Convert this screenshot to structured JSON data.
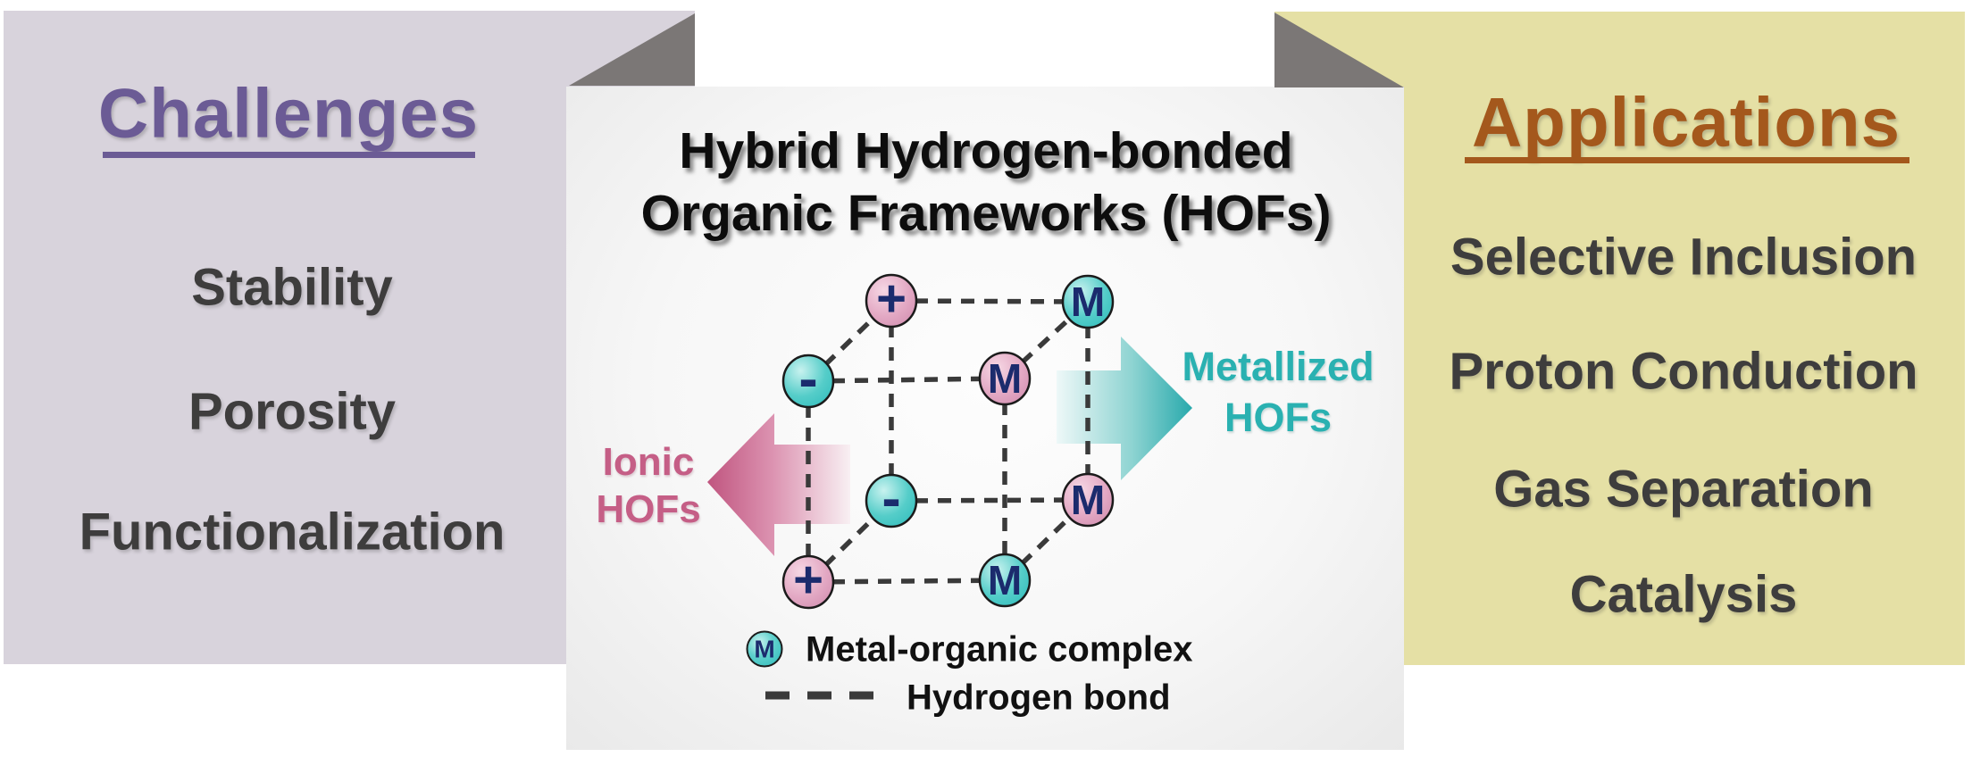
{
  "left_panel": {
    "title": "Challenges",
    "items": [
      "Stability",
      "Porosity",
      "Functionalization"
    ]
  },
  "center_panel": {
    "title_line1": "Hybrid Hydrogen-bonded",
    "title_line2": "Organic Frameworks (HOFs)",
    "ionic_label": {
      "line1": "Ionic",
      "line2": "HOFs"
    },
    "metallized_label": {
      "line1": "Metallized",
      "line2": "HOFs"
    },
    "cube_nodes": [
      {
        "symbol": "+",
        "kind": "cation-pink"
      },
      {
        "symbol": "M",
        "kind": "metal-teal"
      },
      {
        "symbol": "-",
        "kind": "anion-teal"
      },
      {
        "symbol": "M",
        "kind": "metal-pink"
      },
      {
        "symbol": "-",
        "kind": "anion-teal"
      },
      {
        "symbol": "M",
        "kind": "metal-pink"
      },
      {
        "symbol": "+",
        "kind": "cation-pink"
      },
      {
        "symbol": "M",
        "kind": "metal-teal"
      }
    ],
    "legend": {
      "metal_symbol": "M",
      "metal_label": "Metal-organic complex",
      "bond_label": "Hydrogen bond"
    }
  },
  "right_panel": {
    "title": "Applications",
    "items": [
      "Selective Inclusion",
      "Proton Conduction",
      "Gas Separation",
      "Catalysis"
    ]
  },
  "colors": {
    "lavender_bg": "#d8d3dc",
    "purple_title": "#6b5b95",
    "khaki_bg": "#e5e0a5",
    "brown_title": "#a4581c",
    "item_text": "#3e3d3d",
    "fold_gray": "#7b7776",
    "pink_node": "#d592b3",
    "teal_node": "#2fbcbc",
    "navy_symbol": "#1b2b6d",
    "ionic_pink": "#c55e86",
    "metallized_teal": "#2ab1b1",
    "hydrogen_bond_dash": "#3a3a3a"
  }
}
